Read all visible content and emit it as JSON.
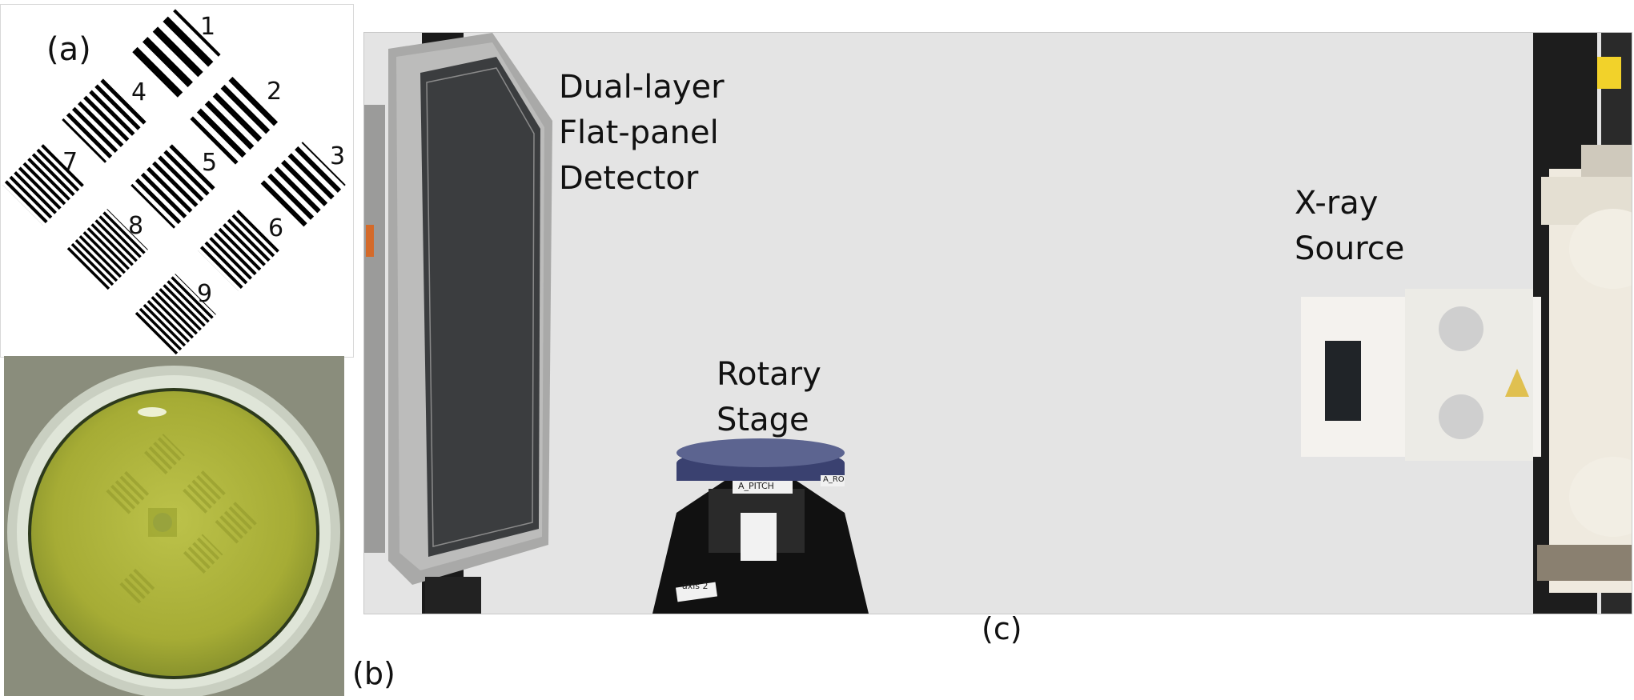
{
  "panel_a": {
    "label": "(a)",
    "pattern_numbers": [
      "1",
      "2",
      "3",
      "4",
      "5",
      "6",
      "7",
      "8",
      "9"
    ]
  },
  "panel_b": {
    "label": "(b)"
  },
  "panel_c": {
    "label": "(c)",
    "detector_label": [
      "Dual-layer",
      "Flat-panel",
      "Detector"
    ],
    "stage_label": [
      "Rotary",
      "Stage"
    ],
    "source_label": [
      "X-ray",
      "Source"
    ],
    "stage_tag_1": "A_PITCH",
    "stage_tag_2": "A_RO",
    "stage_tag_3": "axis 2"
  },
  "colors": {
    "background_c": "#e4e4e4",
    "phantom_green": "#a9b336",
    "stage_top": "#3a4170",
    "source_body": "#efeadf"
  }
}
